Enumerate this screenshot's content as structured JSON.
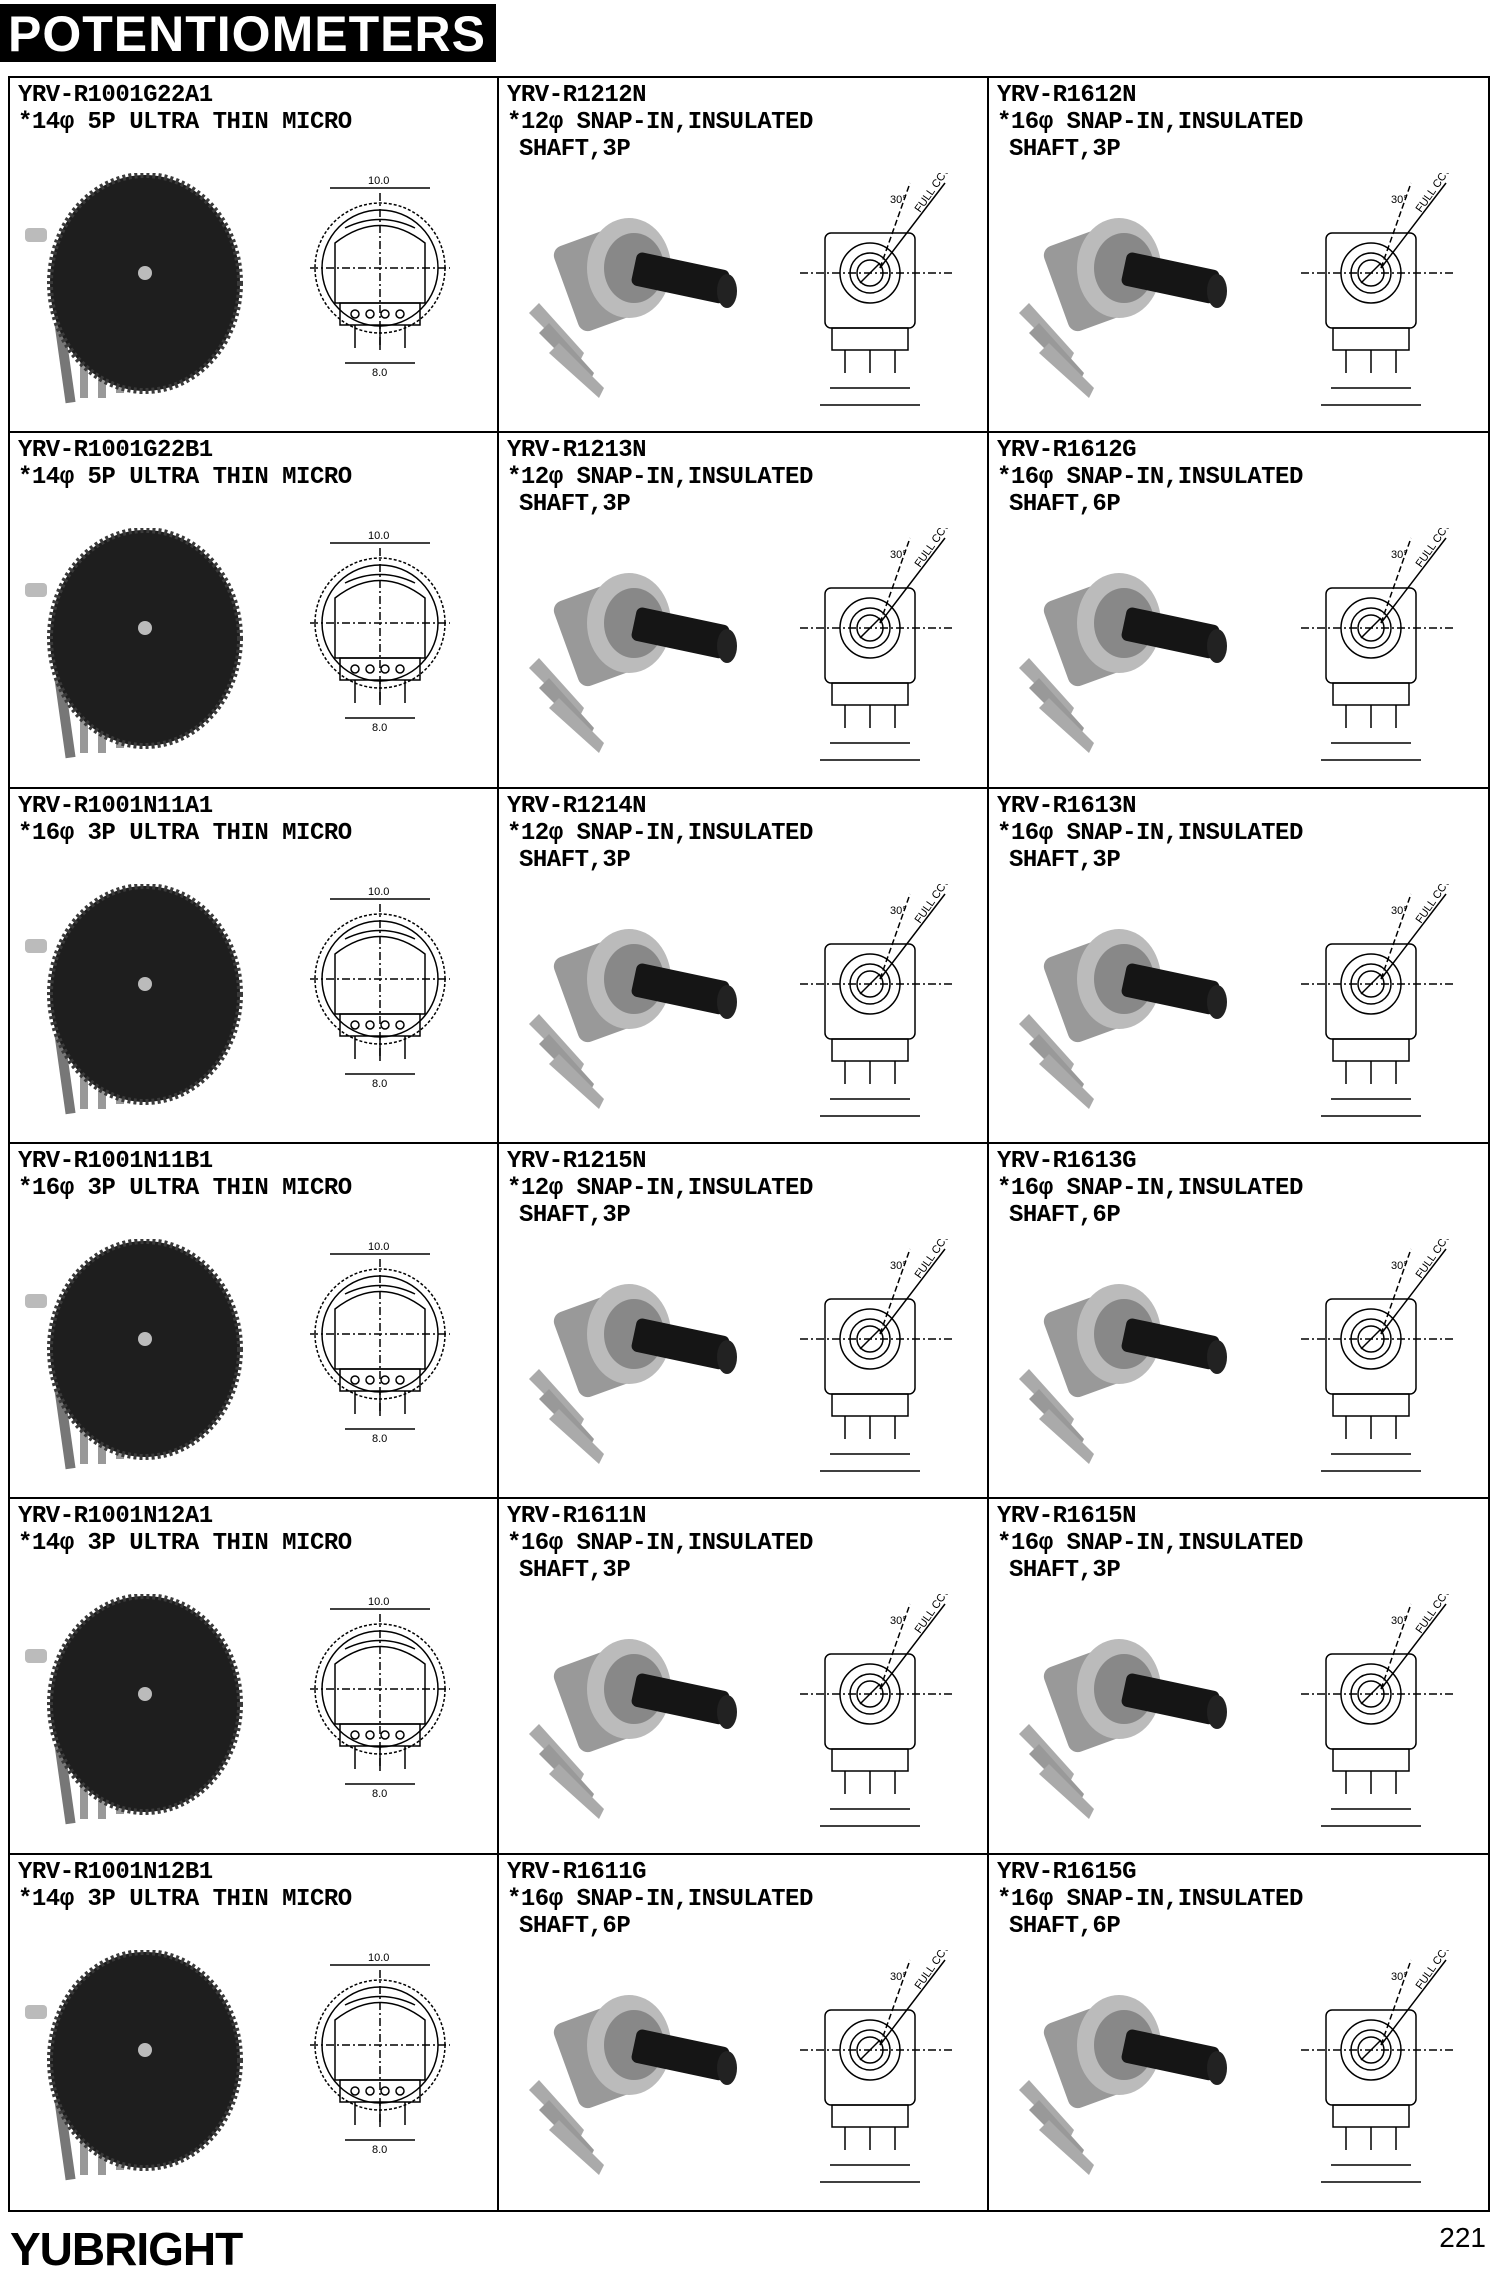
{
  "header": {
    "title": "POTENTIOMETERS"
  },
  "products": [
    {
      "model": "YRV-R1001G22A1",
      "line1": "*14φ 5P ULTRA THIN MICRO",
      "line2": "",
      "type": "thin"
    },
    {
      "model": "YRV-R1212N",
      "line1": "*12φ SNAP-IN,INSULATED",
      "line2": "SHAFT,3P",
      "type": "shaft"
    },
    {
      "model": "YRV-R1612N",
      "line1": "*16φ SNAP-IN,INSULATED",
      "line2": "SHAFT,3P",
      "type": "shaft"
    },
    {
      "model": "YRV-R1001G22B1",
      "line1": "*14φ 5P ULTRA THIN MICRO",
      "line2": "",
      "type": "thin"
    },
    {
      "model": "YRV-R1213N",
      "line1": "*12φ SNAP-IN,INSULATED",
      "line2": "SHAFT,3P",
      "type": "shaft"
    },
    {
      "model": "YRV-R1612G",
      "line1": "*16φ SNAP-IN,INSULATED",
      "line2": "SHAFT,6P",
      "type": "shaft"
    },
    {
      "model": "YRV-R1001N11A1",
      "line1": "*16φ 3P ULTRA THIN MICRO",
      "line2": "",
      "type": "thin"
    },
    {
      "model": "YRV-R1214N",
      "line1": "*12φ SNAP-IN,INSULATED",
      "line2": "SHAFT,3P",
      "type": "shaft"
    },
    {
      "model": "YRV-R1613N",
      "line1": "*16φ SNAP-IN,INSULATED",
      "line2": "SHAFT,3P",
      "type": "shaft"
    },
    {
      "model": "YRV-R1001N11B1",
      "line1": "*16φ 3P ULTRA THIN MICRO",
      "line2": "",
      "type": "thin"
    },
    {
      "model": "YRV-R1215N",
      "line1": "*12φ SNAP-IN,INSULATED",
      "line2": "SHAFT,3P",
      "type": "shaft"
    },
    {
      "model": "YRV-R1613G",
      "line1": "*16φ SNAP-IN,INSULATED",
      "line2": "SHAFT,6P",
      "type": "shaft"
    },
    {
      "model": "YRV-R1001N12A1",
      "line1": "*14φ 3P ULTRA THIN MICRO",
      "line2": "",
      "type": "thin"
    },
    {
      "model": "YRV-R1611N",
      "line1": "*16φ SNAP-IN,INSULATED",
      "line2": "SHAFT,3P",
      "type": "shaft"
    },
    {
      "model": "YRV-R1615N",
      "line1": "*16φ SNAP-IN,INSULATED",
      "line2": "SHAFT,3P",
      "type": "shaft"
    },
    {
      "model": "YRV-R1001N12B1",
      "line1": "*14φ 3P ULTRA THIN MICRO",
      "line2": "",
      "type": "thin"
    },
    {
      "model": "YRV-R1611G",
      "line1": "*16φ SNAP-IN,INSULATED",
      "line2": "SHAFT,6P",
      "type": "shaft"
    },
    {
      "model": "YRV-R1615G",
      "line1": "*16φ SNAP-IN,INSULATED",
      "line2": "SHAFT,6P",
      "type": "shaft"
    }
  ],
  "footer": {
    "brand": "YUBRIGHT",
    "page_number": "221"
  }
}
